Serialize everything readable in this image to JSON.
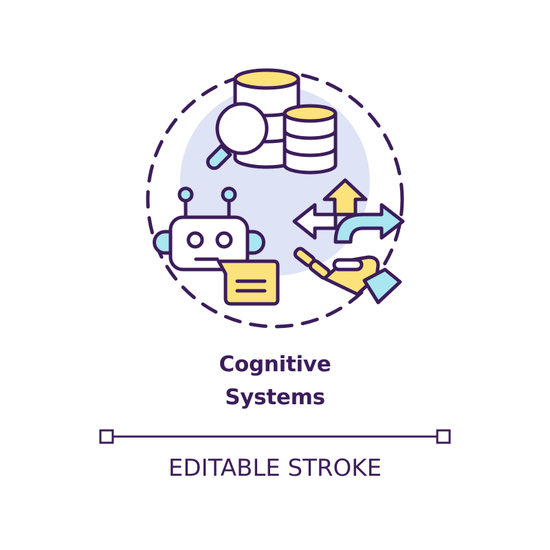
{
  "title": {
    "line1": "Cognitive",
    "line2": "Systems"
  },
  "subtitle": "EDITABLE STROKE",
  "icons": [
    "database-icon",
    "magnifier-icon",
    "robot-icon",
    "chat-bubble-icon",
    "direction-arrows-icon",
    "robotic-hand-icon"
  ],
  "colors": {
    "outline": "#3c1d5b",
    "yellow": "#fbe27a",
    "cyan": "#a9e6f0",
    "circle": "#dee3f6"
  }
}
